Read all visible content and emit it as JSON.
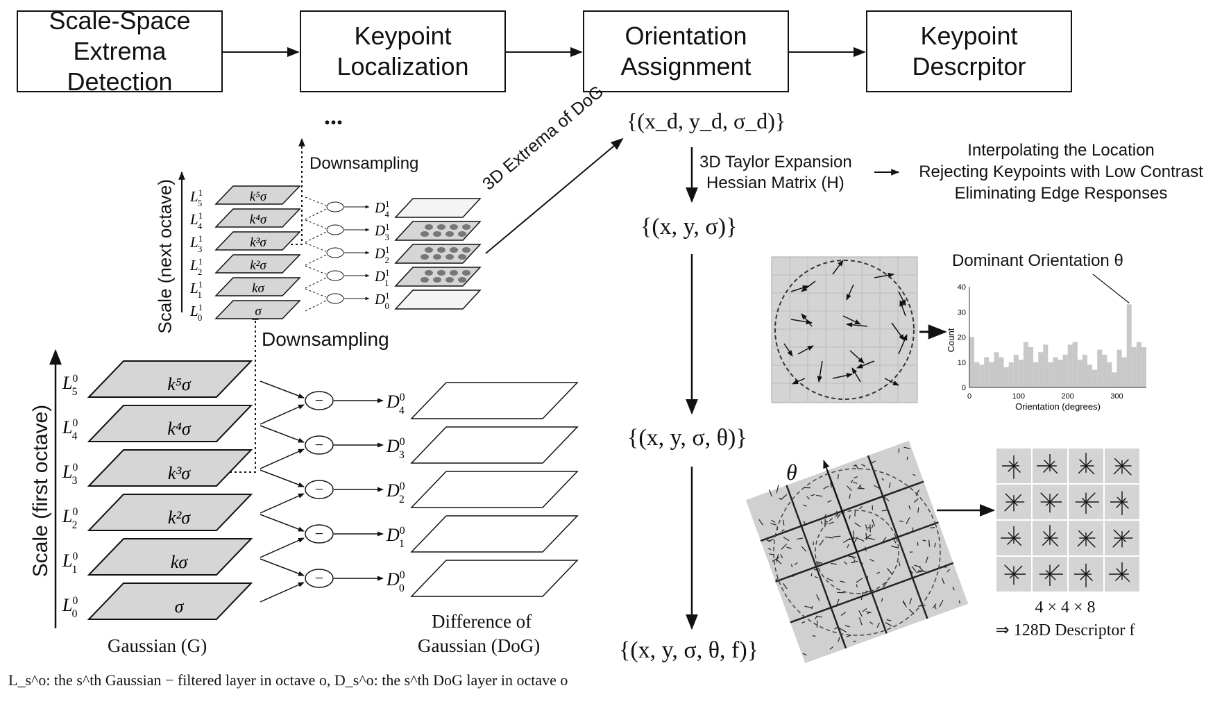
{
  "stages": [
    {
      "id": "scale-space",
      "label": "Scale-Space\nExtrema Detection"
    },
    {
      "id": "localization",
      "label": "Keypoint\nLocalization"
    },
    {
      "id": "orientation",
      "label": "Orientation\nAssignment"
    },
    {
      "id": "descriptor",
      "label": "Keypoint\nDescrpitor"
    }
  ],
  "ellipsis": "...",
  "axis_next_octave": "Scale (next octave)",
  "axis_first_octave": "Scale (first octave)",
  "downsampling_top": "Downsampling",
  "downsampling_mid": "Downsampling",
  "extrema_label": "3D Extrema of DoG",
  "first_octave_gaussian": [
    {
      "layer": "L_5^0",
      "scale": "k⁵σ"
    },
    {
      "layer": "L_4^0",
      "scale": "k⁴σ"
    },
    {
      "layer": "L_3^0",
      "scale": "k³σ"
    },
    {
      "layer": "L_2^0",
      "scale": "k²σ"
    },
    {
      "layer": "L_1^0",
      "scale": "kσ"
    },
    {
      "layer": "L_0^0",
      "scale": "σ"
    }
  ],
  "first_octave_dog": [
    "D_4^0",
    "D_3^0",
    "D_2^0",
    "D_1^0",
    "D_0^0"
  ],
  "next_octave_gaussian": [
    {
      "layer": "L_5^1",
      "scale": "k⁵σ"
    },
    {
      "layer": "L_4^1",
      "scale": "k⁴σ"
    },
    {
      "layer": "L_3^1",
      "scale": "k³σ"
    },
    {
      "layer": "L_2^1",
      "scale": "k²σ"
    },
    {
      "layer": "L_1^1",
      "scale": "kσ"
    },
    {
      "layer": "L_0^1",
      "scale": "σ"
    }
  ],
  "next_octave_dog": [
    "D_4^1",
    "D_3^1",
    "D_2^1",
    "D_1^1",
    "D_0^1"
  ],
  "subtract_symbol": "−",
  "gaussian_caption": "Gaussian (G)",
  "dog_caption_line1": "Difference of",
  "dog_caption_line2": "Gaussian (DoG)",
  "set_dog": "{(x_d, y_d, σ_d)}",
  "taylor_line1": "3D Taylor Expansion",
  "taylor_line2": "Hessian Matrix (H)",
  "refine_lines": [
    "Interpolating the Location",
    "Rejecting Keypoints with Low Contrast",
    "Eliminating Edge Responses"
  ],
  "set_xys": "{(x, y, σ)}",
  "set_xyst": "{(x, y, σ, θ)}",
  "set_xystf": "{(x, y, σ, θ, f)}",
  "dominant_title": "Dominant Orientation θ",
  "theta_label": "θ",
  "histogram": {
    "type": "bar",
    "ylabel": "Count",
    "xlabel": "Orientation (degrees)",
    "xticks": [
      "0",
      "100",
      "200",
      "300"
    ],
    "yticks": [
      "0",
      "10",
      "20",
      "30",
      "40"
    ],
    "xlim": [
      0,
      360
    ],
    "ylim": [
      0,
      40
    ],
    "bin_width": 10,
    "values": [
      20,
      10,
      9,
      12,
      10,
      14,
      12,
      8,
      10,
      13,
      11,
      18,
      16,
      10,
      14,
      17,
      10,
      12,
      11,
      13,
      17,
      18,
      11,
      13,
      9,
      7,
      15,
      13,
      10,
      6,
      15,
      12,
      33,
      16,
      18,
      16
    ],
    "bar_color": "#c8c8c8"
  },
  "descriptor_line1": "4 × 4 × 8",
  "descriptor_line2": "⇒ 128D Descriptor f",
  "footnote": "L_s^o: the s^th Gaussian − filtered layer in octave o, D_s^o: the s^th DoG layer in octave o"
}
